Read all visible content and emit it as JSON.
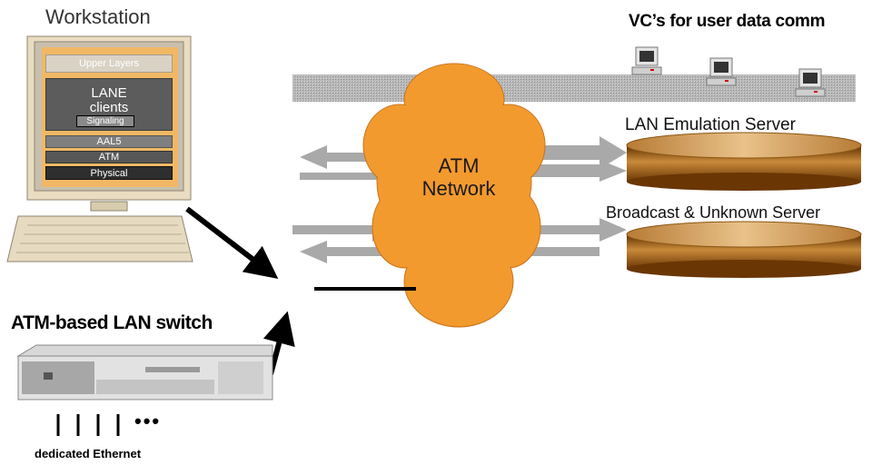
{
  "workstation": {
    "title": "Workstation",
    "layers": {
      "upper": "Upper Layers",
      "lane_line1": "LANE",
      "lane_line2": "clients",
      "signaling": "Signaling",
      "aal5": "AAL5",
      "atm": "ATM",
      "physical": "Physical"
    }
  },
  "network": {
    "line1": "ATM",
    "line2": "Network"
  },
  "vc_label": "VC’s for user data comm",
  "servers": {
    "les": "LAN Emulation Server",
    "bus": "Broadcast & Unknown Server"
  },
  "switch": {
    "title": "ATM-based LAN switch",
    "caption": "dedicated Ethernet",
    "ellipsis": "•••"
  },
  "colors": {
    "cloud": "#F39A2E",
    "server_top": "#D9A86A",
    "server_side": "#7A4308",
    "arrow_gray": "#A8A8A8",
    "monitor_beige": "#E8D9B5",
    "layer_orange": "#F2A650"
  }
}
